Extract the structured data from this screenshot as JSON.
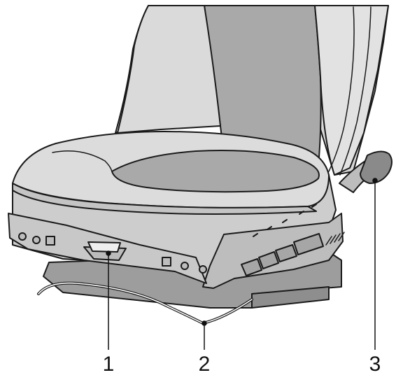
{
  "figure": {
    "callouts": [
      {
        "id": "1",
        "label": "1"
      },
      {
        "id": "2",
        "label": "2"
      },
      {
        "id": "3",
        "label": "3"
      }
    ]
  },
  "colors": {
    "outline": "#1a1a1a",
    "seat_light": "#dcdcdc",
    "seat_mid": "#c9c9c9",
    "seat_insert": "#a9a9a9",
    "panel": "#bdbdbd",
    "base": "#9d9d9d",
    "lever": "#8a8a8a",
    "background": "#ffffff"
  }
}
